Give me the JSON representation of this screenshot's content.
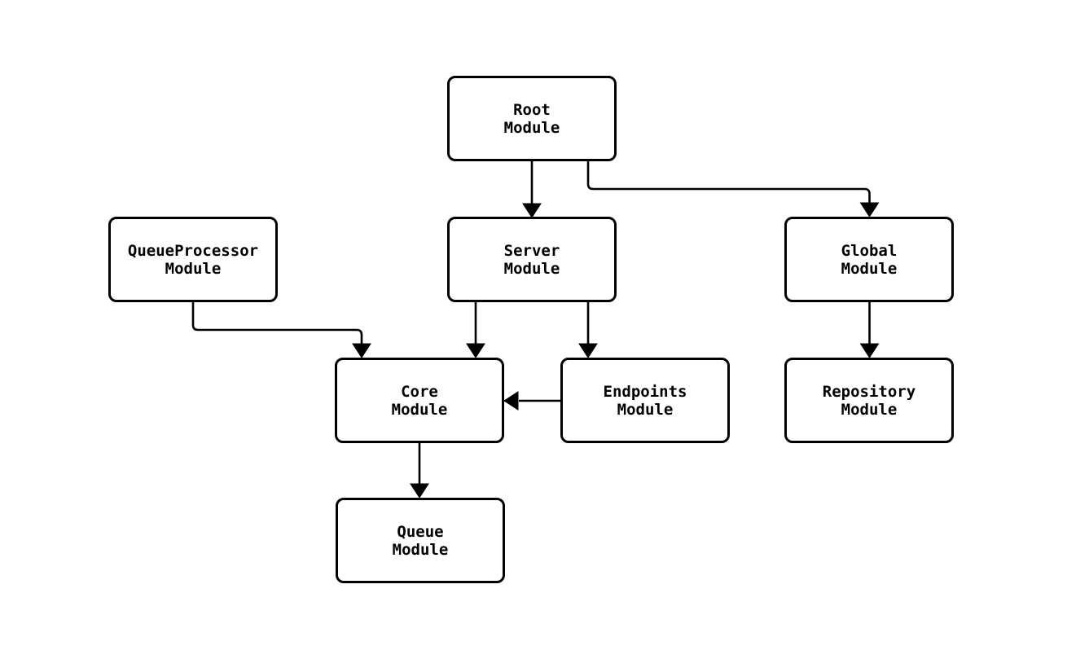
{
  "diagram": {
    "type": "module-dependency-flowchart",
    "background_color": "#ffffff",
    "node_fill_color": "#ffffff",
    "node_border_color": "#000000",
    "arrow_color": "#000000",
    "text_color": "#000000",
    "nodes": {
      "root": {
        "label": "Root\nModule"
      },
      "queueprocessor": {
        "label": "QueueProcessor\nModule"
      },
      "server": {
        "label": "Server\nModule"
      },
      "global": {
        "label": "Global\nModule"
      },
      "core": {
        "label": "Core\nModule"
      },
      "endpoints": {
        "label": "Endpoints\nModule"
      },
      "repository": {
        "label": "Repository\nModule"
      },
      "queue": {
        "label": "Queue\nModule"
      }
    },
    "edges": [
      {
        "from": "Root Module",
        "to": "Server Module"
      },
      {
        "from": "Root Module",
        "to": "Global Module"
      },
      {
        "from": "QueueProcessor Module",
        "to": "Core Module"
      },
      {
        "from": "Server Module",
        "to": "Core Module"
      },
      {
        "from": "Server Module",
        "to": "Endpoints Module"
      },
      {
        "from": "Endpoints Module",
        "to": "Core Module"
      },
      {
        "from": "Global Module",
        "to": "Repository Module"
      },
      {
        "from": "Core Module",
        "to": "Queue Module"
      }
    ]
  }
}
